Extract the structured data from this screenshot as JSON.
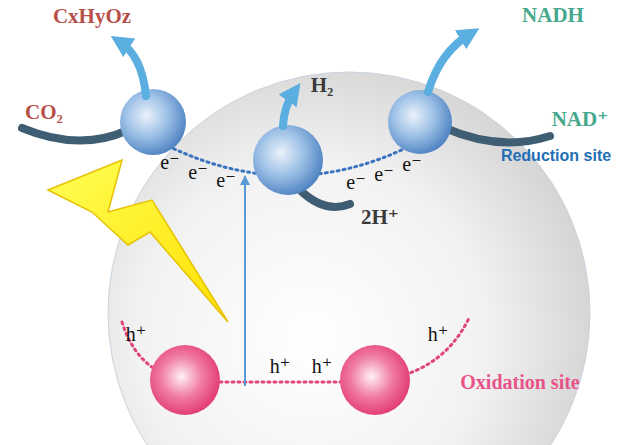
{
  "diagram": {
    "labels": [
      "CxHyOz",
      "CO₂",
      "NADH",
      "NAD⁺",
      "H₂",
      "2H⁺",
      "e⁻",
      "e⁻",
      "e⁻",
      "e⁻",
      "e⁻",
      "e⁻",
      "Reduction site",
      "h⁺",
      "h⁺",
      "h⁺",
      "h⁺",
      "Oxidation site"
    ]
  }
}
